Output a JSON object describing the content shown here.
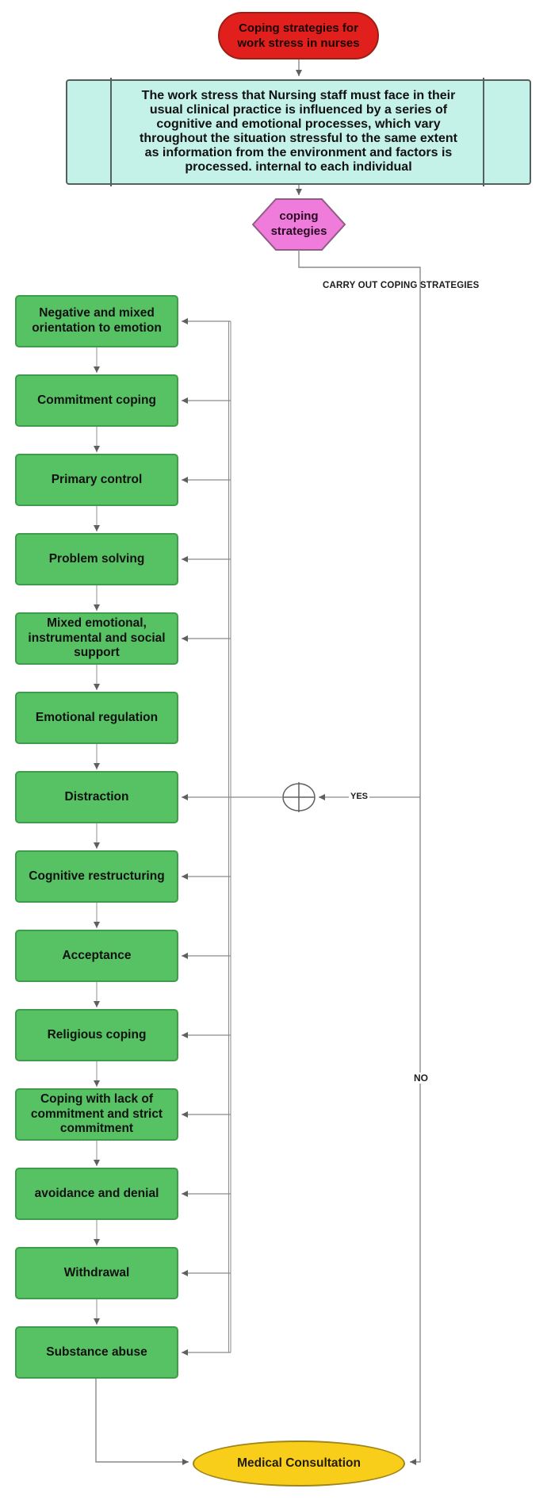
{
  "diagram": {
    "start_node": "Coping strategies for\nwork stress in nurses",
    "description_node": "The work stress that Nursing staff must face in their\nusual clinical practice is influenced by a series of\ncognitive and emotional processes, which vary\nthroughout the situation stressful to the same extent\nas information from the environment and factors is\nprocessed. internal to each individual",
    "decision_node": "coping\nstrategies",
    "branch_label": "CARRY OUT COPING STRATEGIES",
    "yes_label": "YES",
    "no_label": "NO",
    "strategies": [
      "Negative and mixed orientation to emotion",
      "Commitment coping",
      "Primary control",
      "Problem solving",
      "Mixed emotional, instrumental and social support",
      "Emotional regulation",
      "Distraction",
      "Cognitive restructuring",
      "Acceptance",
      "Religious coping",
      "Coping with lack of commitment and strict commitment",
      "avoidance and denial",
      "Withdrawal",
      "Substance abuse"
    ],
    "end_node": "Medical Consultation",
    "connector_symbol": "circle-plus",
    "colors": {
      "start_fill": "#e1201d",
      "start_border": "#9c1f15",
      "description_fill": "#c4f2e8",
      "decision_fill": "#ef7bda",
      "decision_border": "#8e5d84",
      "strategy_fill": "#57c263",
      "strategy_border": "#3e9c4a",
      "end_fill": "#f8ce1b",
      "end_border": "#9f851b",
      "wire": "#8a8a8a",
      "text": "#111111"
    }
  }
}
